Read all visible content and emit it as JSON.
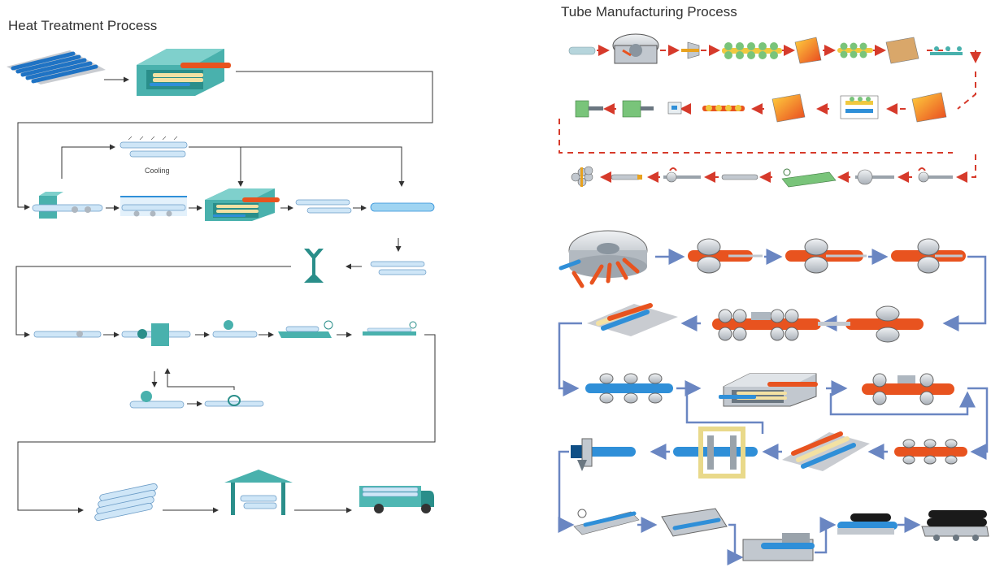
{
  "heat_treatment": {
    "title": "Heat Treatment Process",
    "cooling_label": "Cooling"
  },
  "tube_manufacturing": {
    "title": "Tube Manufacturing Process"
  },
  "colors": {
    "blue_tube": "#2f8fd8",
    "light_tube": "#cfe6f7",
    "teal_box": "#4fb7b3",
    "orange": "#e85a24",
    "red_arrow": "#d63a2b",
    "blue_arrow": "#6a86c2",
    "line": "#333333"
  }
}
